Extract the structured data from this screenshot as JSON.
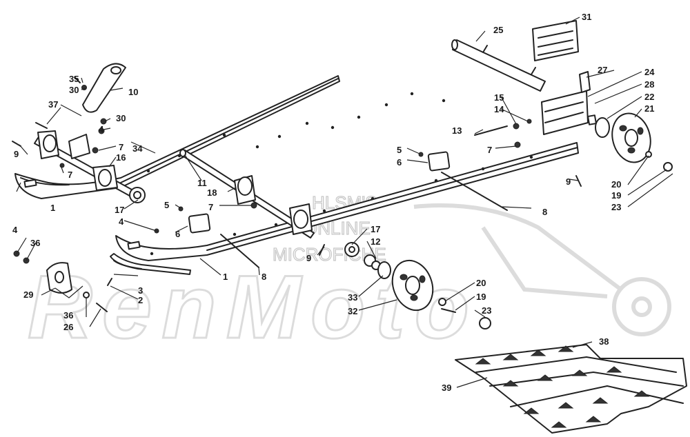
{
  "watermark": {
    "line1": "HLSM'S",
    "line2": "ONLINE",
    "line3": "MICROFICHE",
    "brand": "RenMoto"
  },
  "callouts": [
    {
      "id": "c1a",
      "text": "1"
    },
    {
      "id": "c1b",
      "text": "1"
    },
    {
      "id": "c2",
      "text": "2"
    },
    {
      "id": "c3",
      "text": "3"
    },
    {
      "id": "c4a",
      "text": "4"
    },
    {
      "id": "c4b",
      "text": "4"
    },
    {
      "id": "c4c",
      "text": "4"
    },
    {
      "id": "c5a",
      "text": "5"
    },
    {
      "id": "c5b",
      "text": "5"
    },
    {
      "id": "c6a",
      "text": "6"
    },
    {
      "id": "c6b",
      "text": "6"
    },
    {
      "id": "c7a",
      "text": "7"
    },
    {
      "id": "c7b",
      "text": "7"
    },
    {
      "id": "c7c",
      "text": "7"
    },
    {
      "id": "c7d",
      "text": "7"
    },
    {
      "id": "c8a",
      "text": "8"
    },
    {
      "id": "c8b",
      "text": "8"
    },
    {
      "id": "c9a",
      "text": "9"
    },
    {
      "id": "c9b",
      "text": "9"
    },
    {
      "id": "c9c",
      "text": "9"
    },
    {
      "id": "c10",
      "text": "10"
    },
    {
      "id": "c11",
      "text": "11"
    },
    {
      "id": "c12",
      "text": "12"
    },
    {
      "id": "c13",
      "text": "13"
    },
    {
      "id": "c14",
      "text": "14"
    },
    {
      "id": "c15",
      "text": "15"
    },
    {
      "id": "c16",
      "text": "16"
    },
    {
      "id": "c17a",
      "text": "17"
    },
    {
      "id": "c17b",
      "text": "17"
    },
    {
      "id": "c18",
      "text": "18"
    },
    {
      "id": "c19a",
      "text": "19"
    },
    {
      "id": "c19b",
      "text": "19"
    },
    {
      "id": "c20a",
      "text": "20"
    },
    {
      "id": "c20b",
      "text": "20"
    },
    {
      "id": "c21",
      "text": "21"
    },
    {
      "id": "c22",
      "text": "22"
    },
    {
      "id": "c23a",
      "text": "23"
    },
    {
      "id": "c23b",
      "text": "23"
    },
    {
      "id": "c24",
      "text": "24"
    },
    {
      "id": "c25",
      "text": "25"
    },
    {
      "id": "c26",
      "text": "26"
    },
    {
      "id": "c27",
      "text": "27"
    },
    {
      "id": "c28",
      "text": "28"
    },
    {
      "id": "c29",
      "text": "29"
    },
    {
      "id": "c30a",
      "text": "30"
    },
    {
      "id": "c30b",
      "text": "30"
    },
    {
      "id": "c31",
      "text": "31"
    },
    {
      "id": "c32",
      "text": "32"
    },
    {
      "id": "c33",
      "text": "33"
    },
    {
      "id": "c34",
      "text": "34"
    },
    {
      "id": "c35",
      "text": "35"
    },
    {
      "id": "c36a",
      "text": "36"
    },
    {
      "id": "c36b",
      "text": "36"
    },
    {
      "id": "c37",
      "text": "37"
    },
    {
      "id": "c38",
      "text": "38"
    },
    {
      "id": "c39",
      "text": "39"
    }
  ]
}
